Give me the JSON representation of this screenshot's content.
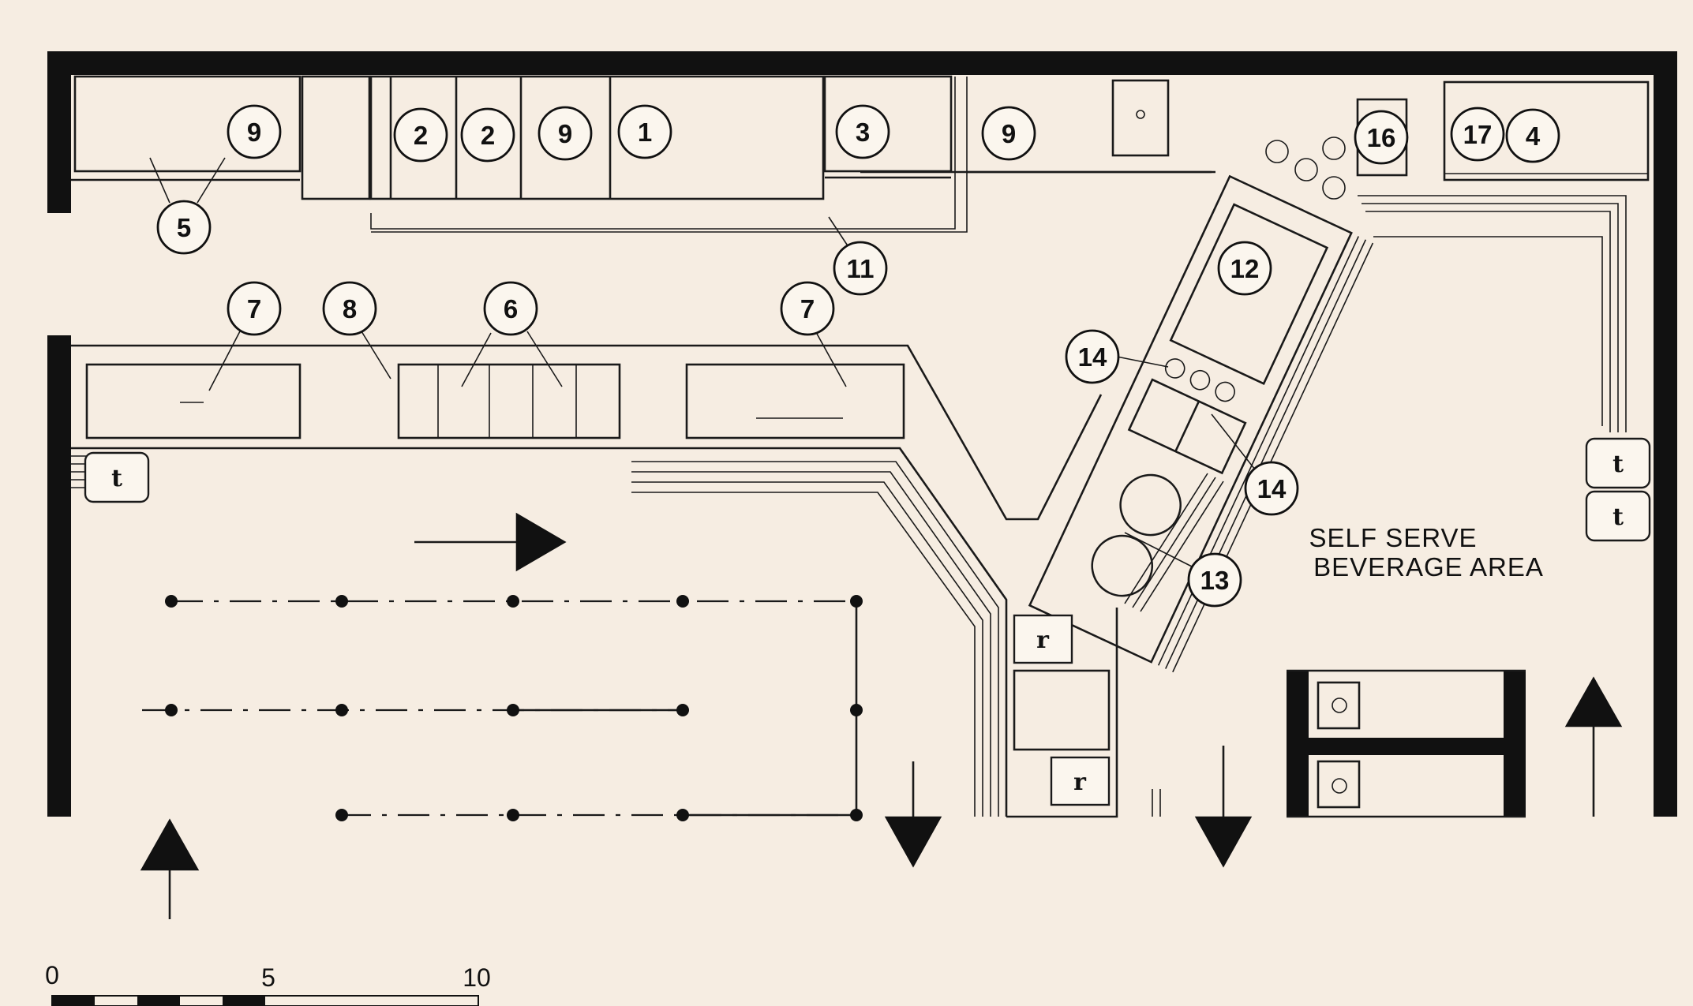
{
  "plan": {
    "callouts": [
      {
        "id": "c-9-left",
        "label": "9"
      },
      {
        "id": "c-2-a",
        "label": "2"
      },
      {
        "id": "c-2-b",
        "label": "2"
      },
      {
        "id": "c-9-mid",
        "label": "9"
      },
      {
        "id": "c-1",
        "label": "1"
      },
      {
        "id": "c-3",
        "label": "3"
      },
      {
        "id": "c-9-right",
        "label": "9"
      },
      {
        "id": "c-16",
        "label": "16"
      },
      {
        "id": "c-17",
        "label": "17"
      },
      {
        "id": "c-4",
        "label": "4"
      },
      {
        "id": "c-5",
        "label": "5"
      },
      {
        "id": "c-11",
        "label": "11"
      },
      {
        "id": "c-12",
        "label": "12"
      },
      {
        "id": "c-7-left",
        "label": "7"
      },
      {
        "id": "c-8",
        "label": "8"
      },
      {
        "id": "c-6",
        "label": "6"
      },
      {
        "id": "c-7-right",
        "label": "7"
      },
      {
        "id": "c-14-a",
        "label": "14"
      },
      {
        "id": "c-14-b",
        "label": "14"
      },
      {
        "id": "c-13",
        "label": "13"
      }
    ],
    "symbols": {
      "tray": "t",
      "register": "r"
    },
    "area_label_line1": "SELF SERVE",
    "area_label_line2": "BEVERAGE AREA",
    "scale_labels": [
      "0",
      "5",
      "10"
    ]
  }
}
